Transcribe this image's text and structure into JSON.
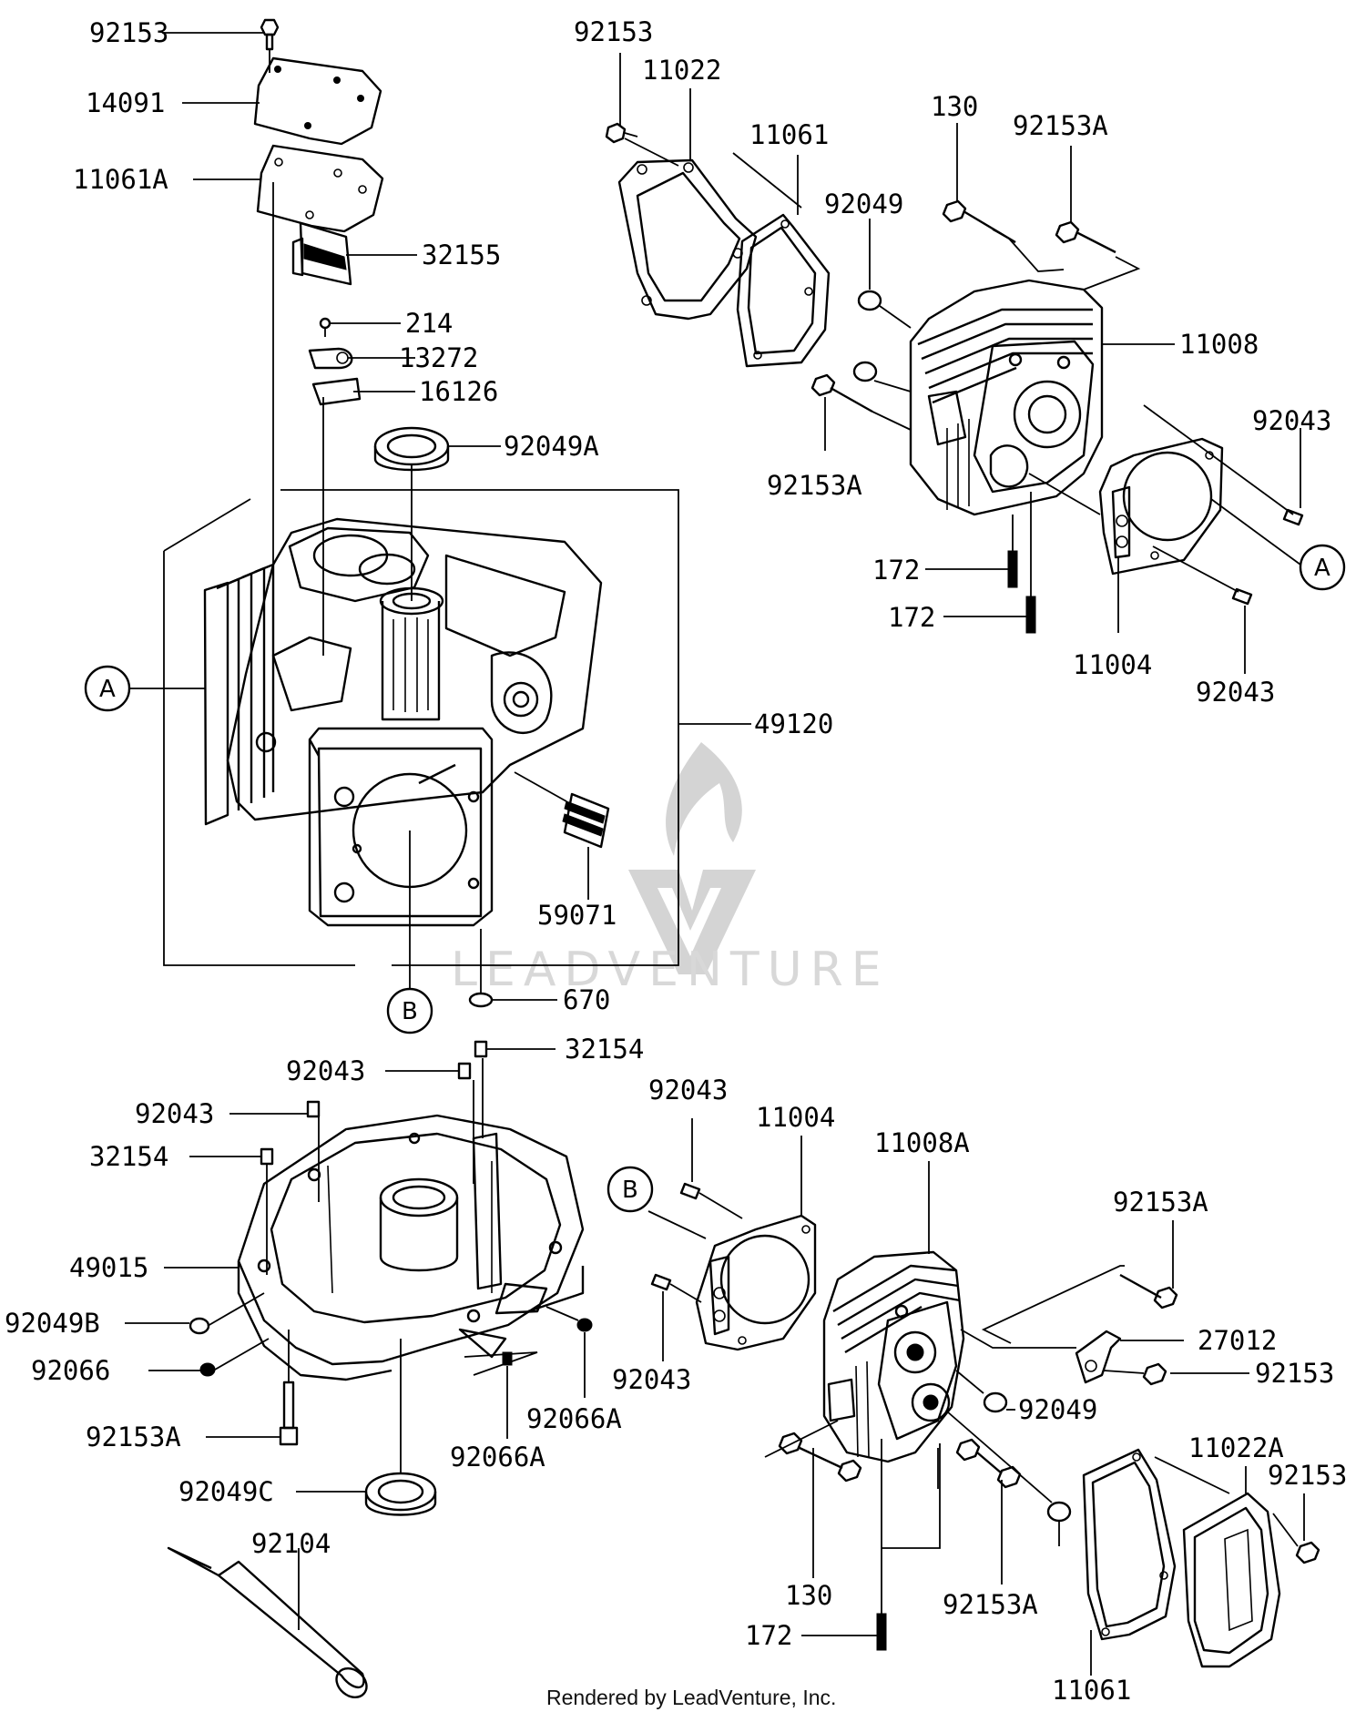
{
  "diagram": {
    "background": "#ffffff",
    "line_color": "#000000",
    "watermark_text": "LEADVENTURE",
    "watermark_color": "#d8d8d8",
    "footer": "Rendered by LeadVenture, Inc.",
    "callouts": {
      "top_92153": "92153",
      "c14091": "14091",
      "c11061A": "11061A",
      "c32155": "32155",
      "c214": "214",
      "c13272": "13272",
      "c16126": "16126",
      "c92049A": "92049A",
      "c49120": "49120",
      "c59071": "59071",
      "c670": "670",
      "upper_92153": "92153",
      "upper_11022": "11022",
      "upper_11061": "11061",
      "upper_130": "130",
      "upper_92153A_top": "92153A",
      "upper_92049": "92049",
      "upper_11008": "11008",
      "upper_92043_right": "92043",
      "upper_92153A_left": "92153A",
      "upper_172_a": "172",
      "upper_172_b": "172",
      "upper_11004": "11004",
      "upper_92043_bottom": "92043",
      "low_32154_top": "32154",
      "low_92043_a": "92043",
      "low_92043_b": "92043",
      "low_32154_left": "32154",
      "c49015": "49015",
      "c92049B": "92049B",
      "c92066": "92066",
      "c92153A_low": "92153A",
      "c92066A_right": "92066A",
      "c92066A_mid": "92066A",
      "c92049C": "92049C",
      "c92104": "92104",
      "lr_92043_top": "92043",
      "lr_11004": "11004",
      "lr_11008A": "11008A",
      "lr_92153A_right": "92153A",
      "lr_27012": "27012",
      "lr_92153_mid": "92153",
      "lr_92043_left": "92043",
      "lr_92049": "92049",
      "lr_11022A": "11022A",
      "lr_92153_right": "92153",
      "lr_130": "130",
      "lr_92153A_bottom": "92153A",
      "lr_172": "172",
      "lr_11061": "11061"
    },
    "markers": {
      "ref_A_left": "A",
      "ref_A_right": "A",
      "ref_B_mid": "B",
      "ref_B_lower": "B"
    }
  }
}
